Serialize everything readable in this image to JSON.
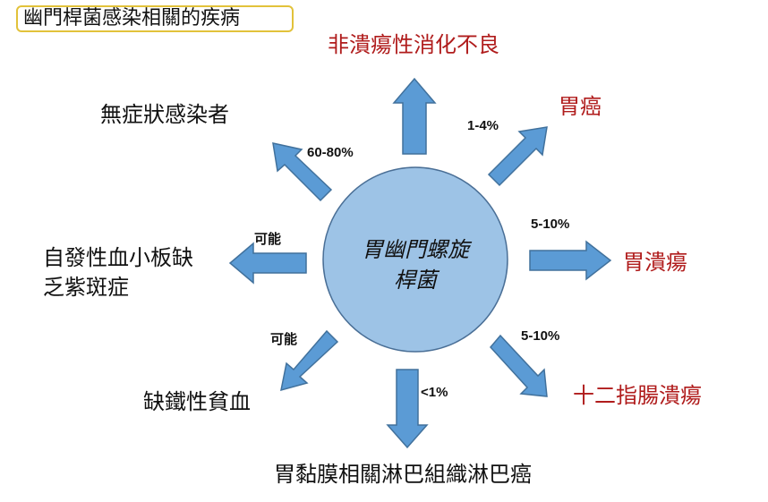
{
  "title": "幽門桿菌感染相關的疾病",
  "center": {
    "line1": "胃幽門螺旋",
    "line2": "桿菌"
  },
  "outcomes": {
    "non_ulcer_dyspepsia": "非潰瘍性消化不良",
    "gastric_cancer": "胃癌",
    "gastric_ulcer": "胃潰瘍",
    "duodenal_ulcer": "十二指腸潰瘍",
    "malt_lymphoma": "胃黏膜相關淋巴組織淋巴癌",
    "iron_deficiency_anemia": "缺鐵性貧血",
    "itp_line1": "自發性血小板缺",
    "itp_line2": "乏紫斑症",
    "asymptomatic": "無症狀感染者"
  },
  "percentages": {
    "gastric_cancer": "1-4%",
    "gastric_ulcer": "5-10%",
    "duodenal_ulcer": "5-10%",
    "malt_lymphoma": "<1%",
    "iron_deficiency_anemia": "可能",
    "itp": "可能",
    "asymptomatic": "60-80%"
  },
  "colors": {
    "circle_fill": "#9dc3e6",
    "circle_stroke": "#4a6f96",
    "arrow_fill": "#5b9bd5",
    "arrow_stroke": "#41719c",
    "red_text": "#b01c1c",
    "title_border": "#e2c23a"
  }
}
